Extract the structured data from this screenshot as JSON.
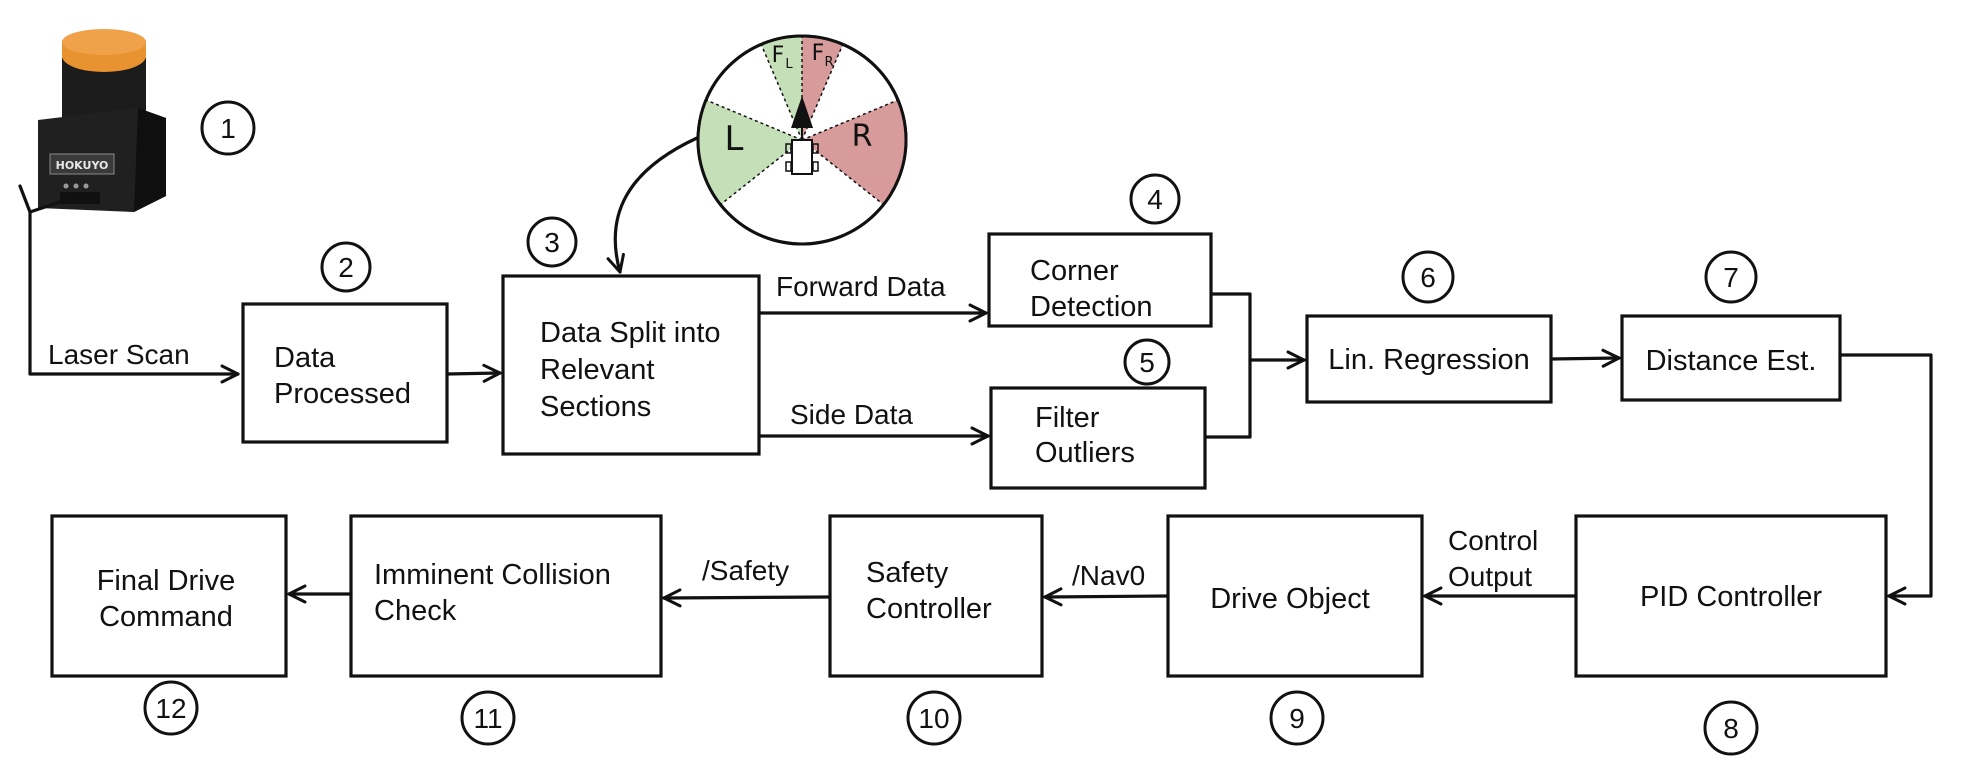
{
  "diagram": {
    "sensor": {
      "brand": "HOKUYO"
    },
    "nodes": [
      {
        "id": "data_processed",
        "number": "2",
        "lines": [
          "Data",
          "Processed"
        ]
      },
      {
        "id": "data_split",
        "number": "3",
        "lines": [
          "Data Split into",
          "Relevant",
          "Sections"
        ]
      },
      {
        "id": "corner_detection",
        "number": "4",
        "lines": [
          "Corner",
          "Detection"
        ]
      },
      {
        "id": "filter_outliers",
        "number": "5",
        "lines": [
          "Filter",
          "Outliers"
        ]
      },
      {
        "id": "lin_regression",
        "number": "6",
        "lines": [
          "Lin. Regression"
        ]
      },
      {
        "id": "distance_est",
        "number": "7",
        "lines": [
          "Distance Est."
        ]
      },
      {
        "id": "pid_controller",
        "number": "8",
        "lines": [
          "PID Controller"
        ]
      },
      {
        "id": "drive_object",
        "number": "9",
        "lines": [
          "Drive Object"
        ]
      },
      {
        "id": "safety_controller",
        "number": "10",
        "lines": [
          "Safety",
          "Controller"
        ]
      },
      {
        "id": "collision_check",
        "number": "11",
        "lines": [
          "Imminent Collision",
          "Check"
        ]
      },
      {
        "id": "final_drive",
        "number": "12",
        "lines": [
          "Final Drive",
          "Command"
        ]
      }
    ],
    "sensor_number": "1",
    "edge_labels": {
      "laser_scan": [
        "Laser Scan"
      ],
      "forward_data": [
        "Forward Data"
      ],
      "side_data": [
        "Side Data"
      ],
      "control_output": [
        "Control",
        "Output"
      ],
      "nav0": [
        "/Nav0"
      ],
      "safety": [
        "/Safety"
      ]
    },
    "sectors": {
      "left": "L",
      "right": "R",
      "front_left": "F",
      "front_left_sub": "L",
      "front_right": "F",
      "front_right_sub": "R"
    },
    "colors": {
      "green": "#c5e0b8",
      "red": "#d89b9b",
      "line": "#111111",
      "sensor_cap": "#e8932f",
      "sensor_body": "#1c1c1c"
    }
  }
}
